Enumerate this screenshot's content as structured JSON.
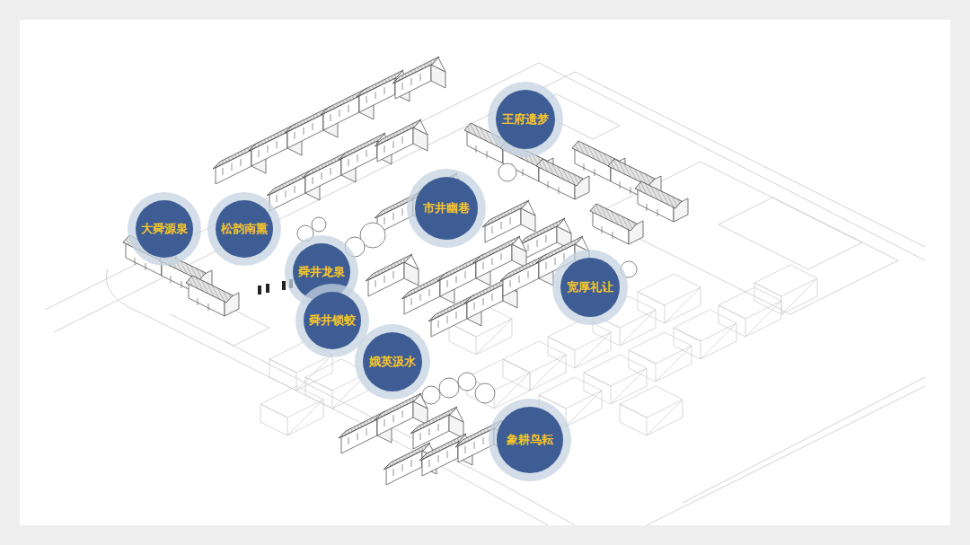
{
  "diagram": {
    "nodes": [
      {
        "text": [
          "王府遗梦"
        ]
      },
      {
        "text": [
          "市井幽巷"
        ]
      },
      {
        "text": [
          "大舜源泉"
        ]
      },
      {
        "text": [
          "松韵南熏"
        ]
      },
      {
        "text": [
          "舜井龙泉"
        ]
      },
      {
        "text": [
          "宽厚礼让"
        ]
      },
      {
        "text": [
          "舜井锁蛟"
        ]
      },
      {
        "text": [
          "娥英汲水"
        ]
      },
      {
        "text": [
          "象耕鸟耘"
        ]
      }
    ]
  }
}
